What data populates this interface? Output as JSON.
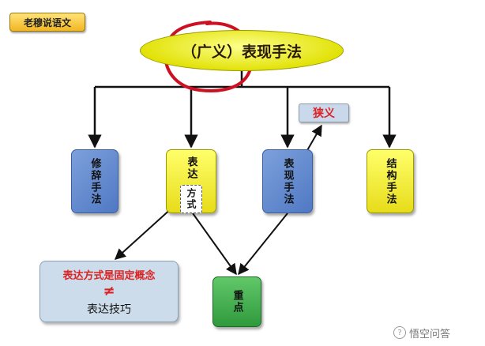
{
  "badge": {
    "label": "老穆说语文"
  },
  "root": {
    "label": "（广义）表现手法"
  },
  "branches": {
    "xiuci": "修辞手法",
    "biaoda": "表达",
    "fangshi": "方式",
    "biaoxian": "表现手法",
    "jiegou": "结构手法"
  },
  "narrow": {
    "label": "狭义"
  },
  "concept": {
    "line1": "表达方式是固定概念",
    "symbol": "≠",
    "line2": "表达技巧"
  },
  "focus": {
    "label": "重点"
  },
  "watermark": {
    "text": "悟空问答"
  },
  "colors": {
    "root_fill": "#f0f02a",
    "blue_box": "#6a8fd3",
    "yellow_box": "#f2ec2a",
    "green_box": "#3fae4a",
    "highlight_red": "#d22222",
    "circle_mark": "#cc1122"
  },
  "icons": {
    "watermark_logo": "wukong-logo-icon"
  }
}
